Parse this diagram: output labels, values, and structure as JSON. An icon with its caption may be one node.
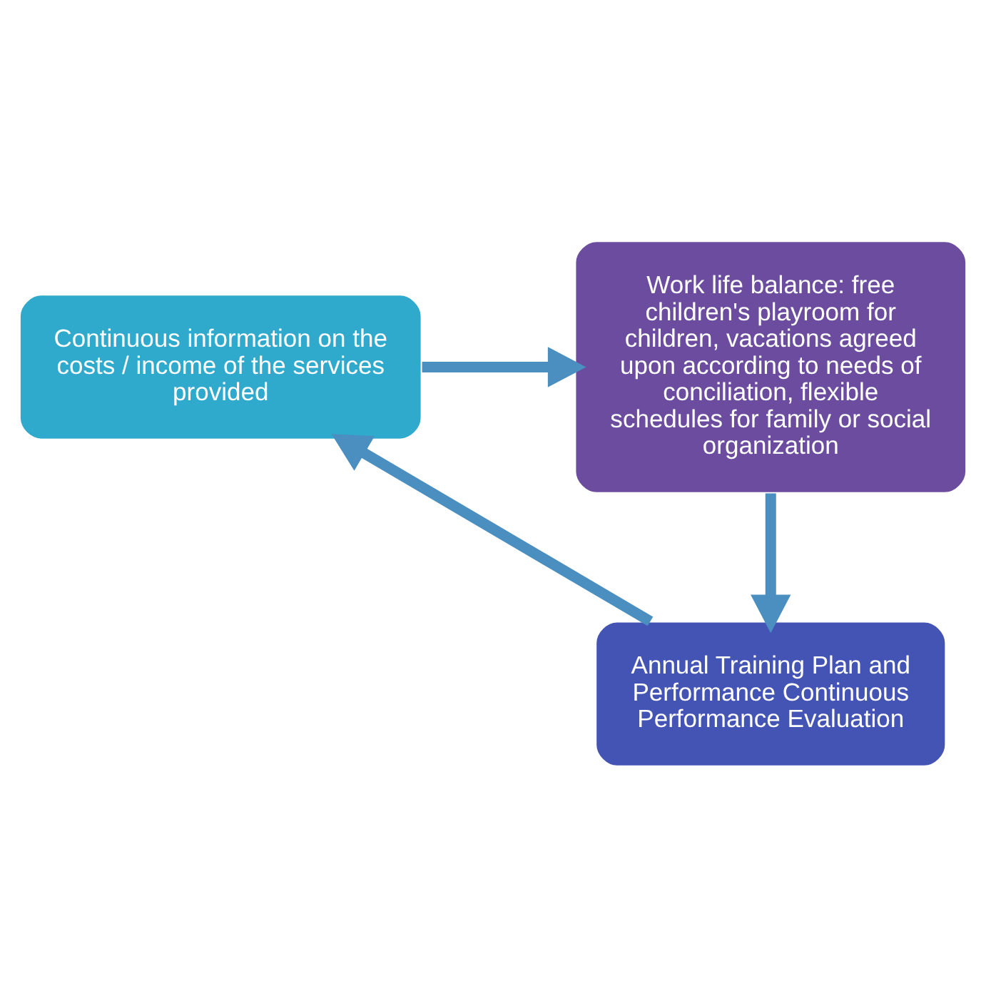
{
  "diagram": {
    "nodes": [
      {
        "text": [
          "Continuous information on the costs / income of the services provided"
        ]
      },
      {
        "text": [
          "Work life balance: free children's playroom for children, vacations agreed upon according to needs of conciliation, flexible schedules for family or social organization"
        ]
      },
      {
        "text": [
          "Annual Training Plan and Performance Continuous Performance Evaluation"
        ]
      }
    ],
    "edges": [
      {
        "from": 0,
        "to": 1,
        "arrow": "to"
      },
      {
        "from": 1,
        "to": 2,
        "arrow": "to"
      },
      {
        "from": 2,
        "to": 0,
        "arrow": "to"
      }
    ]
  }
}
